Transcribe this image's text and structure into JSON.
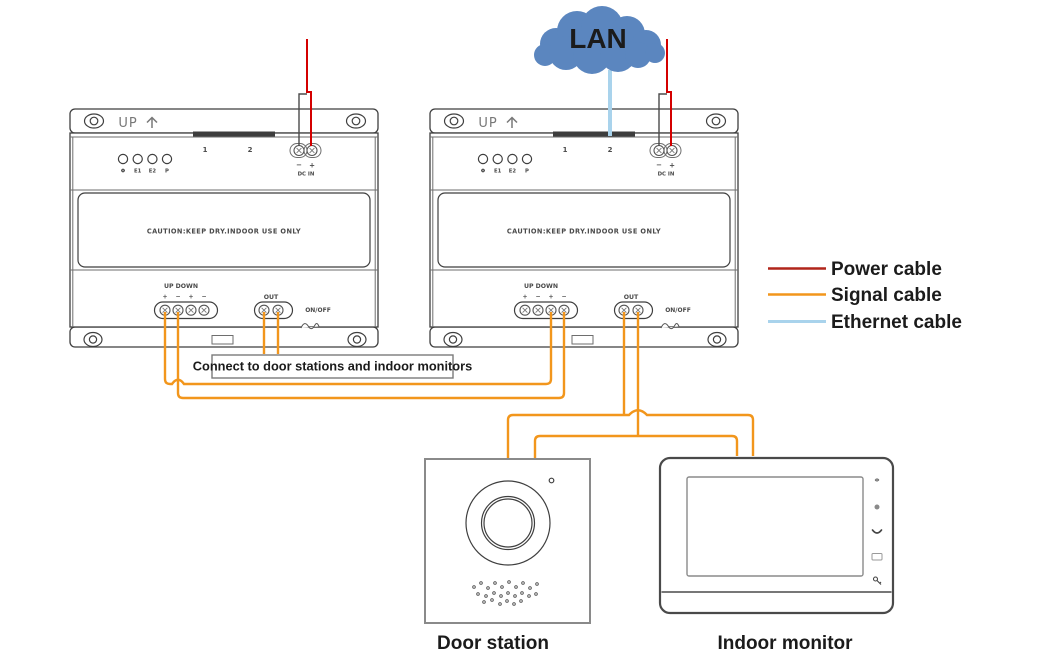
{
  "colors": {
    "power_cable": "#b1251a",
    "power_wire": "#d40000",
    "power_wire_neutral": "#4a4a4a",
    "signal_cable": "#f2961c",
    "ethernet_cable": "#a9d3ec",
    "cloud": "#5b86bf",
    "outline": "#3f3f3f"
  },
  "lan_cloud": {
    "label": "LAN"
  },
  "distributor": {
    "up_label": "UP",
    "led_labels": [
      "Φ",
      "E1",
      "E2",
      "P"
    ],
    "port_labels": [
      "1",
      "2"
    ],
    "dc_minus": "−",
    "dc_plus": "+",
    "dc_in_label": "DC IN",
    "caution_text": "CAUTION:KEEP DRY.INDOOR USE ONLY",
    "updown_label": "UP DOWN",
    "updown_polarity": [
      "+",
      "−",
      "+",
      "−"
    ],
    "out_label": "OUT",
    "onoff_label": "ON/OFF"
  },
  "note_box": {
    "text": "Connect to door stations and indoor monitors"
  },
  "legend": {
    "items": [
      {
        "label": "Power cable"
      },
      {
        "label": "Signal cable"
      },
      {
        "label": "Ethernet cable"
      }
    ]
  },
  "door_station": {
    "label": "Door station"
  },
  "indoor_monitor": {
    "label": "Indoor monitor",
    "side_icons": [
      "settings",
      "mute",
      "talk",
      "monitor",
      "unlock"
    ]
  }
}
